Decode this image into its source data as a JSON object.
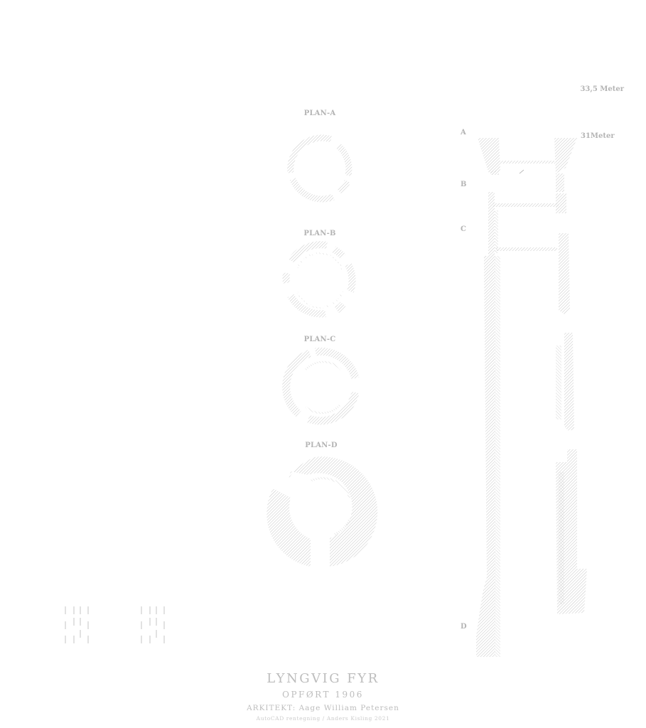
{
  "plans": [
    {
      "label": "PLAN-A"
    },
    {
      "label": "PLAN-B"
    },
    {
      "label": "PLAN-C"
    },
    {
      "label": "PLAN-D"
    }
  ],
  "section": {
    "levels": [
      "A",
      "B",
      "C",
      "D"
    ],
    "height_top": "33,5 Meter",
    "height_gallery": "31Meter"
  },
  "title_block": {
    "name": "LYNGVIG FYR",
    "built": "OPFØRT 1906",
    "architect": "ARKITEKT: Aage William Petersen",
    "credit": "AutoCAD rentegning  /  Anders Kisling 2021"
  },
  "colors": {
    "hatch": "#b9b9b9",
    "text": "#b4b4b4"
  }
}
